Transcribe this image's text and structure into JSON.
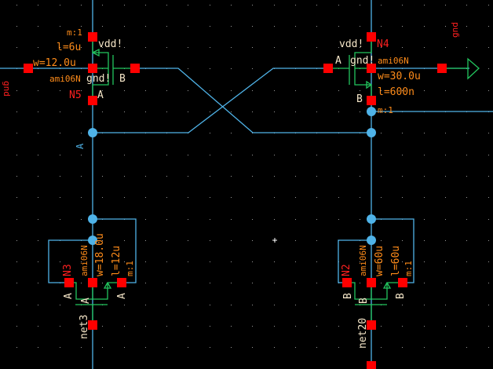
{
  "colors": {
    "background": "#000000",
    "grid_dot": "#9a9a9a",
    "wire": "#4fb3e8",
    "device": "#22c55e",
    "pin": "#ff0000",
    "instance_name": "#ff2020",
    "param": "#ff8c1a",
    "pin_label": "#f5e6c8",
    "net_label": "#4fb3e8"
  },
  "transistors": [
    {
      "id": "N5",
      "name": "N5",
      "model": "ami06N",
      "w": "w=12.0u",
      "l": "l=6u",
      "m": "m:1",
      "bulk_label": "vdd!",
      "source_label": "gnd!",
      "gate_label": "B",
      "drain_label": "A"
    },
    {
      "id": "N4",
      "name": "N4",
      "model": "ami06N",
      "w": "w=30.0u",
      "l": "l=600n",
      "m": "m:1",
      "bulk_label": "vdd!",
      "source_label": "gnd!",
      "gate_label": "A",
      "drain_label": "B"
    },
    {
      "id": "N3",
      "name": "N3",
      "model": "ami06N",
      "w": "w=18.0u",
      "l": "l=12u",
      "m": "m:1",
      "gate_label": "A",
      "source_label": "A",
      "drain_label": "A",
      "net": "net3"
    },
    {
      "id": "N2",
      "name": "N2",
      "model": "ami06N",
      "w": "w=60u",
      "l": "l=60u",
      "m": "m:1",
      "gate_label": "B",
      "source_label": "B",
      "drain_label": "B",
      "net": "net20"
    }
  ],
  "nets": {
    "left_wire_label": "A",
    "left_gnd": "gnd",
    "right_gnd": "gnd"
  }
}
